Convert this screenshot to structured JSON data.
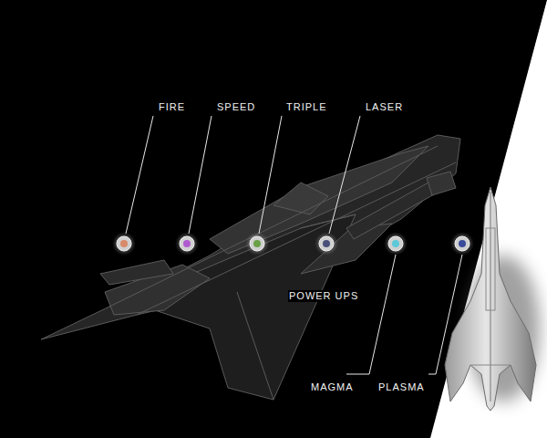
{
  "diagram": {
    "labels": [
      "FIRE",
      "SPEED",
      "TRIPLE",
      "LASER",
      "POWER UPS",
      "MAGMA",
      "PLASMA"
    ]
  }
}
